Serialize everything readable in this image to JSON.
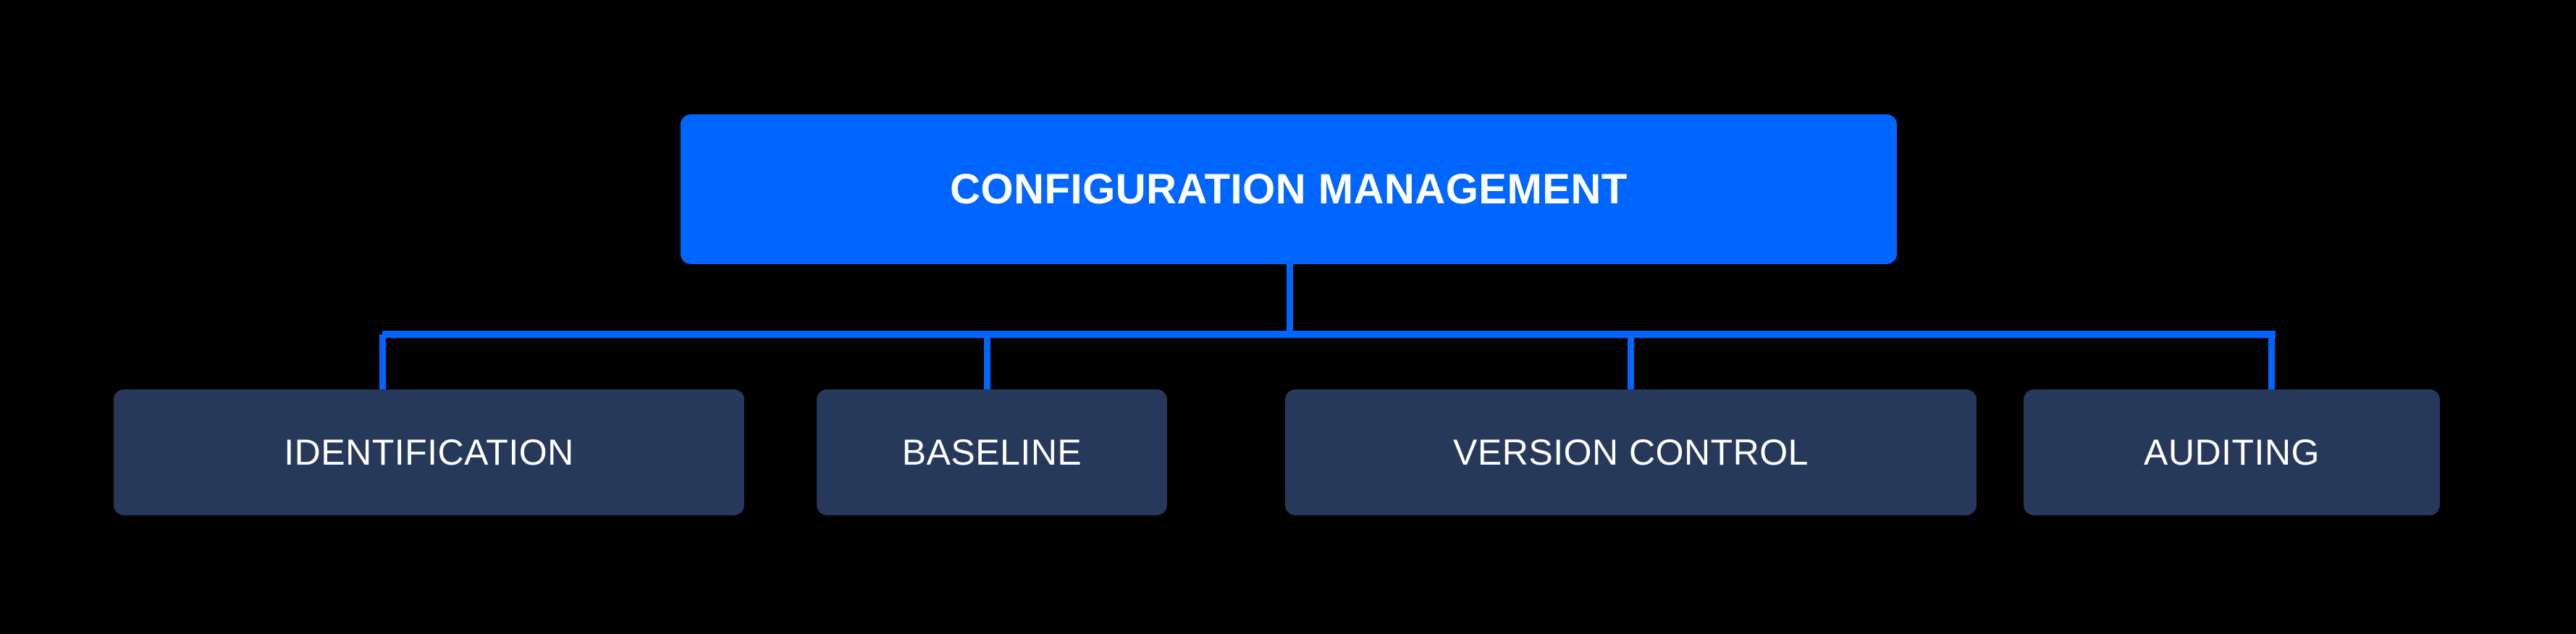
{
  "diagram": {
    "type": "hierarchy-tree",
    "title": "Configuration Management",
    "background_color": "#000000",
    "accent_color": "#0066ff",
    "node_color": "#27395a",
    "text_color": "#ffffff",
    "root": {
      "label": "CONFIGURATION MANAGEMENT"
    },
    "children": [
      {
        "label": "IDENTIFICATION"
      },
      {
        "label": "BASELINE"
      },
      {
        "label": "VERSION CONTROL"
      },
      {
        "label": "AUDITING"
      }
    ]
  }
}
